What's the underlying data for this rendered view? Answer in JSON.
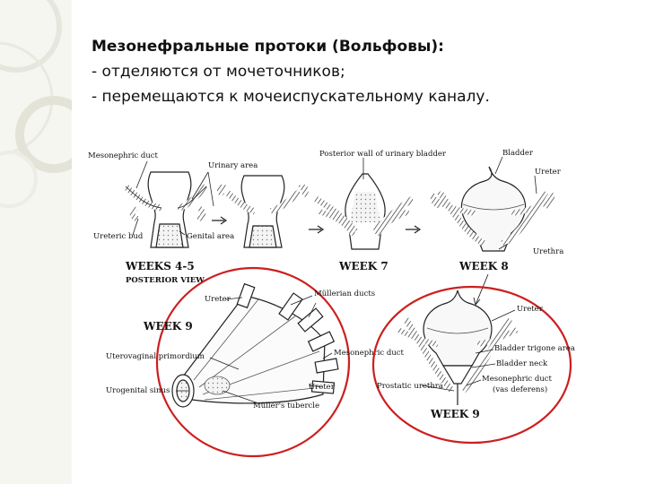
{
  "slide": {
    "title": "Мезонефральные протоки (Вольфовы):",
    "bullets": [
      "- отделяются от мочеточников;",
      "- перемещаются к мочеиспускательному каналу."
    ]
  },
  "diagram": {
    "labels": {
      "mesonephric_duct": "Mesonephric duct",
      "urinary_area": "Urinary area",
      "ureteric_bud": "Ureteric bud",
      "genital_area": "Genital area",
      "weeks_4_5": "WEEKS 4-5",
      "posterior_view": "POSTERIOR VIEW",
      "posterior_wall": "Posterior wall of urinary bladder",
      "week_7": "WEEK 7",
      "bladder": "Bladder",
      "ureter_top": "Ureter",
      "urethra": "Urethra",
      "week_8": "WEEK 8",
      "ureter_left": "Ureter",
      "mullerian_ducts": "Müllerian ducts",
      "week_9_left": "WEEK 9",
      "uterovaginal": "Uterovaginal primordium",
      "urogenital_sinus": "Urogenital sinus",
      "mullers_tubercle": "Müller's tubercle",
      "mesonephric_duct_mid": "Mesonephric duct",
      "ureter_mid": "Ureter",
      "ureter_right": "Ureter",
      "bladder_trigone": "Bladder trigone area",
      "bladder_neck": "Bladder neck",
      "prostatic_urethra": "Prostatic urethra",
      "mesonephric_duct_right": "Mesonephric duct",
      "vas_deferens": "(vas deferens)",
      "week_9_right": "WEEK 9"
    },
    "highlight_color": "#cc1f1f"
  }
}
